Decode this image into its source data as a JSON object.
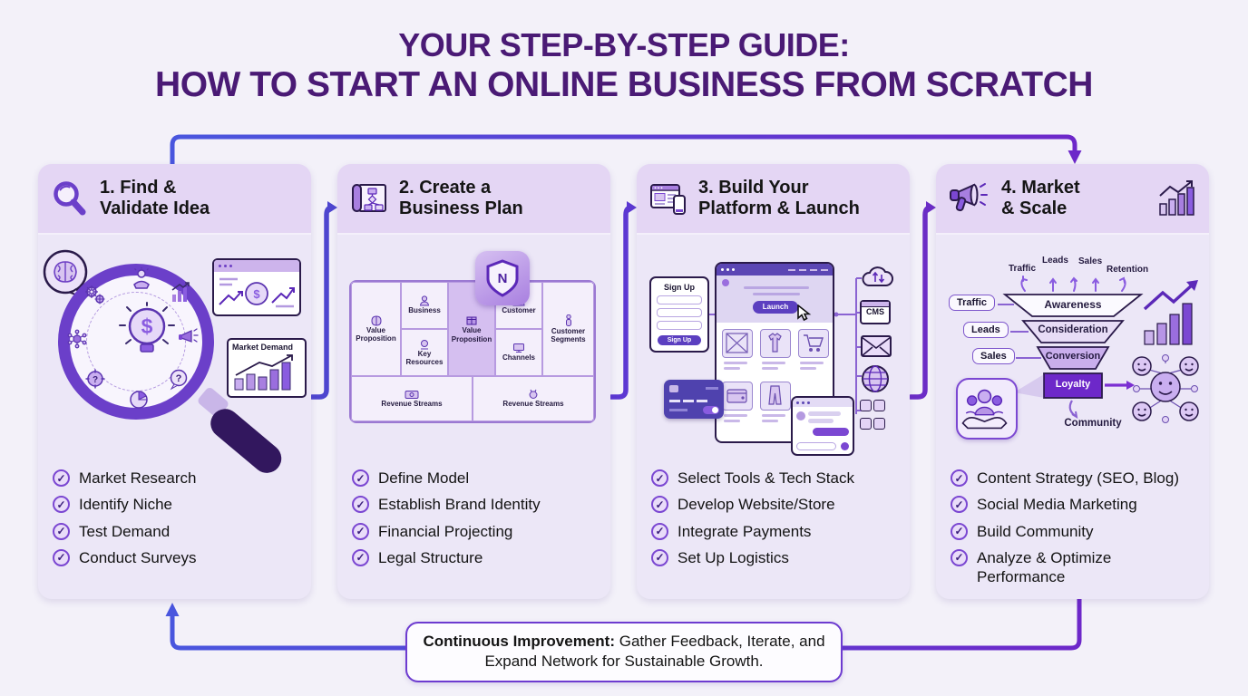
{
  "title": {
    "line1": "YOUR STEP-BY-STEP GUIDE:",
    "line2": "HOW TO START AN ONLINE BUSINESS FROM SCRATCH"
  },
  "colors": {
    "accent_purple": "#6d28c9",
    "arrow_blue": "#4956de",
    "card_header_bg": "#e4d6f4",
    "card_body_bg": "#ece7f7",
    "title_text": "#4a1a75",
    "loyalty_bg": "#6d28c9"
  },
  "steps": [
    {
      "title_line1": "1. Find &",
      "title_line2": "Validate Idea",
      "illustration": {
        "market_demand_label": "Market Demand",
        "bulb_symbol": "$"
      },
      "checklist": [
        "Market Research",
        "Identify Niche",
        "Test Demand",
        "Conduct Surveys"
      ]
    },
    {
      "title_line1": "2. Create a",
      "title_line2": "Business Plan",
      "canvas": {
        "value_prop_left": "Value Proposition",
        "business": "Business",
        "key_resources": "Key Resources",
        "value_prop_center": "Value Proposition",
        "customer": "Customer",
        "channels": "Channels",
        "customer_segments": "Customer Segments",
        "revenue_left": "Revenue Streams",
        "revenue_right": "Revenue Streams",
        "shield_letter": "N"
      },
      "checklist": [
        "Define Model",
        "Establish Brand Identity",
        "Financial Projecting",
        "Legal Structure"
      ]
    },
    {
      "title_line1": "3. Build Your",
      "title_line2": "Platform & Launch",
      "illustration": {
        "signup_title": "Sign Up",
        "signup_button": "Sign Up",
        "launch_button": "Launch",
        "cms_label": "CMS"
      },
      "checklist": [
        "Select Tools & Tech Stack",
        "Develop Website/Store",
        "Integrate Payments",
        "Set Up Logistics"
      ]
    },
    {
      "title_line1": "4. Market",
      "title_line2": "& Scale",
      "funnel": {
        "top_labels": [
          "Traffic",
          "Leads",
          "Sales",
          "Retention"
        ],
        "side_labels": [
          "Traffic",
          "Leads",
          "Sales"
        ],
        "levels": [
          "Awareness",
          "Consideration",
          "Conversion",
          "Loyalty"
        ],
        "community_label": "Community"
      },
      "checklist": [
        "Content Strategy (SEO, Blog)",
        "Social Media Marketing",
        "Build Community",
        "Analyze & Optimize Performance"
      ]
    }
  ],
  "footer": {
    "bold": "Continuous Improvement:",
    "text": "Gather Feedback, Iterate, and Expand Network for Sustainable Growth."
  }
}
